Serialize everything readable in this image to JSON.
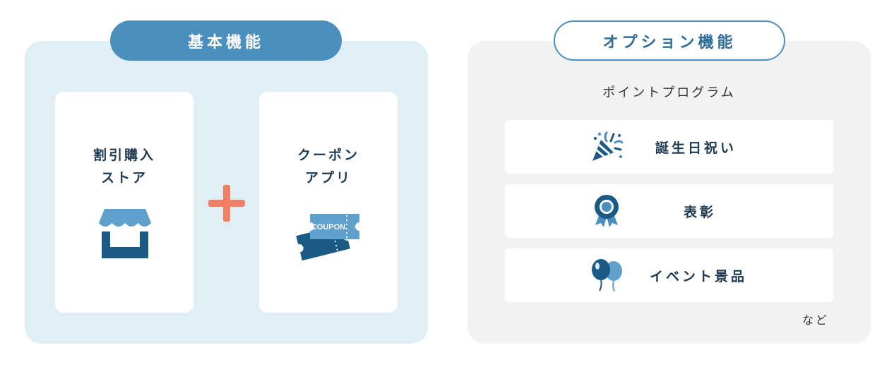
{
  "basic": {
    "title": "基本機能",
    "cards": [
      {
        "line1": "割引購入",
        "line2": "ストア",
        "icon": "store-icon"
      },
      {
        "line1": "クーポン",
        "line2": "アプリ",
        "icon": "coupon-icon",
        "icon_text": "COUPON"
      }
    ],
    "plus_icon": "plus-icon"
  },
  "option": {
    "title": "オプション機能",
    "subtitle": "ポイントプログラム",
    "items": [
      {
        "label": "誕生日祝い",
        "icon": "party-popper-icon"
      },
      {
        "label": "表彰",
        "icon": "award-ribbon-icon"
      },
      {
        "label": "イベント景品",
        "icon": "balloons-icon"
      }
    ],
    "etc": "など"
  },
  "colors": {
    "primary": "#4b8fbe",
    "dark_blue": "#1a5a84",
    "panel_blue": "#e0eff6",
    "panel_gray": "#f2f2f2",
    "plus_orange": "#ef7f66"
  }
}
